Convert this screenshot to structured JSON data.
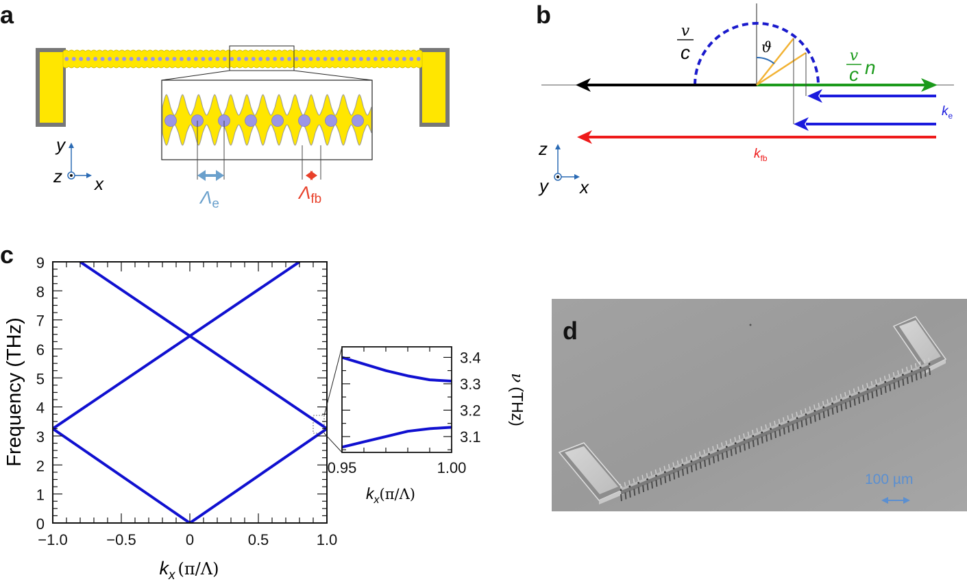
{
  "panel_a": {
    "label": "a",
    "axis_y": "y",
    "axis_z": "z",
    "axis_x": "x",
    "lambda_e": "Λ",
    "lambda_e_sub": "e",
    "lambda_fb": "Λ",
    "lambda_fb_sub": "fb",
    "colors": {
      "metal": "#ffe600",
      "hole": "#9b96e6",
      "pad_border": "#777777",
      "lambda_e": "#6aa0cc",
      "lambda_fb": "#e8402a"
    }
  },
  "panel_b": {
    "label": "b",
    "v_over_c_num": "v",
    "v_over_c_den": "c",
    "theta": "ϑ",
    "vcn_num": "v",
    "vcn_den": "c",
    "vcn_n": "n",
    "k_e": "k",
    "k_e_sub": "e",
    "k_fb": "k",
    "k_fb_sub": "fb",
    "axis_z": "z",
    "axis_y": "y",
    "axis_x": "x",
    "colors": {
      "circle": "#1a1acc",
      "green": "#1b9a1b",
      "blue": "#1a1add",
      "red": "#ee1a1a",
      "orange": "#f2b233"
    }
  },
  "panel_c": {
    "label": "c",
    "inset_xlabel_k": "k",
    "inset_xlabel_sub": "x",
    "inset_xlabel_unit": "(π/Λ)",
    "inset_ylabel_nu": "ν",
    "inset_ylabel_unit": "(THz)"
  },
  "panel_d": {
    "label": "d",
    "scale_bar": "100 µm"
  },
  "chart_data": [
    {
      "type": "line",
      "title": "",
      "xlabel": "k_x (π/Λ)",
      "ylabel": "Frequency (THz)",
      "xlim": [
        -1.0,
        1.0
      ],
      "ylim": [
        0,
        9
      ],
      "xticks": [
        "−1.0",
        "−0.5",
        "0",
        "0.5",
        "1.0"
      ],
      "yticks": [
        "0",
        "1",
        "2",
        "3",
        "4",
        "5",
        "6",
        "7",
        "8",
        "9"
      ],
      "line_color": "#1010d0",
      "series": [
        {
          "x": [
            -0.8,
            1.0
          ],
          "y": [
            9.0,
            3.25
          ]
        },
        {
          "x": [
            -1.0,
            0.8
          ],
          "y": [
            3.25,
            9.0
          ]
        },
        {
          "x": [
            -1.0,
            0.0,
            1.0
          ],
          "y": [
            3.25,
            0.0,
            3.25
          ]
        }
      ]
    },
    {
      "type": "line",
      "title": "",
      "xlabel": "k_x (π/Λ)",
      "ylabel": "ν (THz)",
      "xlim": [
        0.95,
        1.0
      ],
      "ylim": [
        3.04,
        3.44
      ],
      "xticks": [
        "0.95",
        "1.00"
      ],
      "yticks": [
        "3.1",
        "3.2",
        "3.3",
        "3.4"
      ],
      "line_color": "#1010d0",
      "series": [
        {
          "x": [
            0.95,
            0.96,
            0.97,
            0.98,
            0.99,
            1.0
          ],
          "y": [
            3.4,
            3.375,
            3.35,
            3.33,
            3.315,
            3.31
          ]
        },
        {
          "x": [
            0.95,
            0.96,
            0.97,
            0.98,
            0.99,
            1.0
          ],
          "y": [
            3.06,
            3.08,
            3.1,
            3.12,
            3.13,
            3.135
          ]
        }
      ]
    }
  ]
}
